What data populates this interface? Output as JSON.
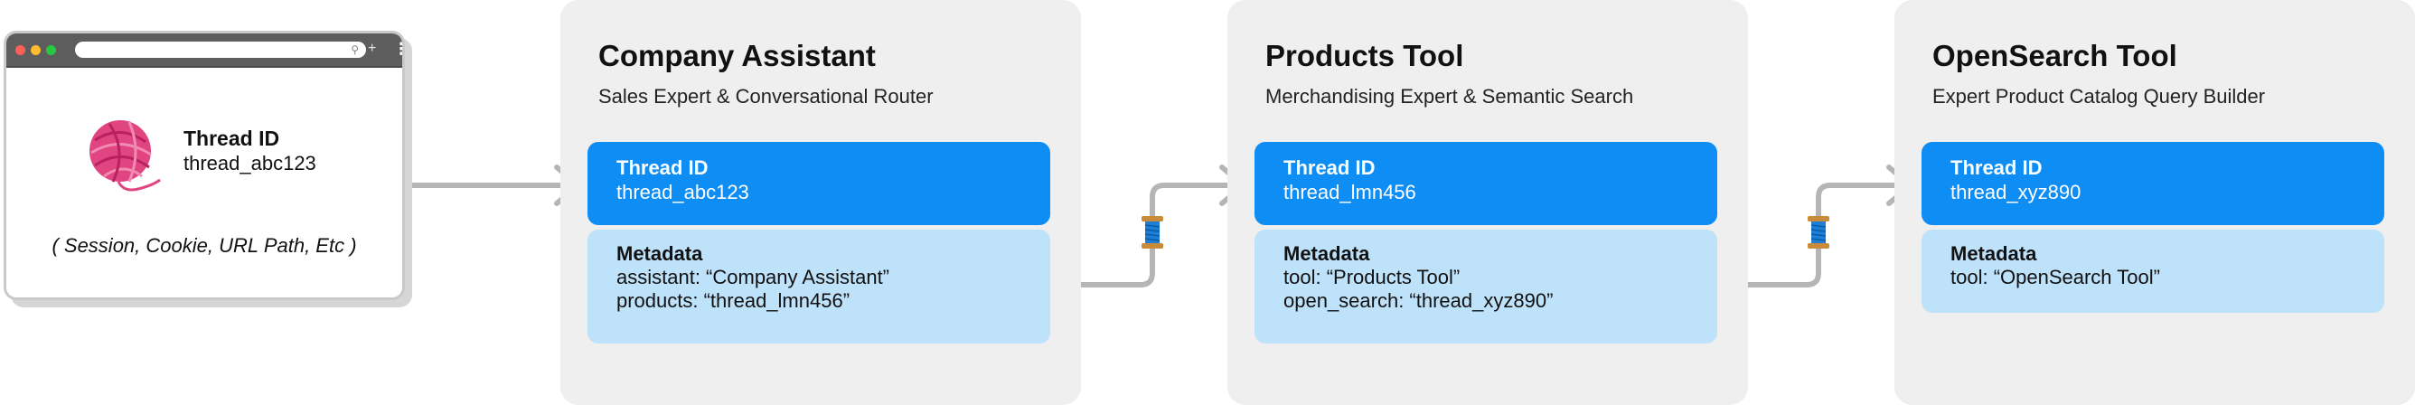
{
  "browser": {
    "url_value": "",
    "icons": [
      "search-icon",
      "plus-icon",
      "kebab-menu-icon",
      "yarn-ball-icon"
    ],
    "thread_label": "Thread ID",
    "thread_value": "thread_abc123",
    "note": "( Session, Cookie, URL Path, Etc )"
  },
  "panels": [
    {
      "title": "Company Assistant",
      "subtitle": "Sales Expert & Conversational Router",
      "thread_label": "Thread ID",
      "thread_value": "thread_abc123",
      "meta_label": "Metadata",
      "meta_lines": [
        "assistant: “Company Assistant”",
        "products: “thread_lmn456”"
      ]
    },
    {
      "title": "Products Tool",
      "subtitle": "Merchandising Expert & Semantic Search",
      "thread_label": "Thread ID",
      "thread_value": "thread_lmn456",
      "meta_label": "Metadata",
      "meta_lines": [
        "tool: “Products Tool”",
        "open_search: “thread_xyz890”"
      ]
    },
    {
      "title": "OpenSearch Tool",
      "subtitle": "Expert Product Catalog Query Builder",
      "thread_label": "Thread ID",
      "thread_value": "thread_xyz890",
      "meta_label": "Metadata",
      "meta_lines": [
        "tool: “OpenSearch Tool”"
      ]
    }
  ],
  "colors": {
    "thread_card": "#0e8df5",
    "metadata_card": "#bfe2fb",
    "panel_bg": "#efefef",
    "connector": "#b5b5b5"
  }
}
